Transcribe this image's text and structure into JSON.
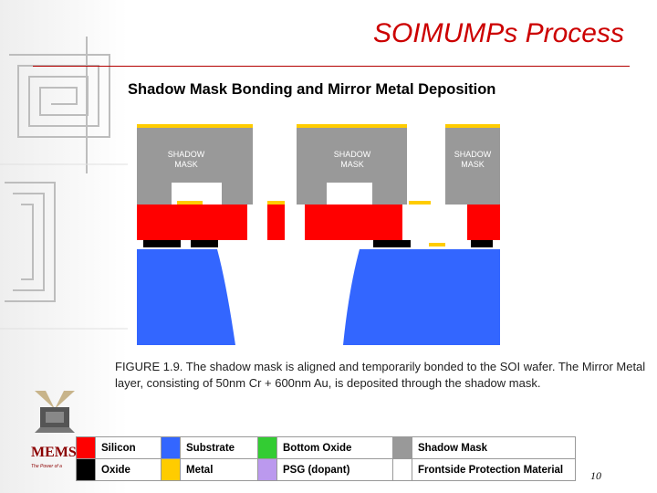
{
  "header": {
    "title": "SOIMUMPs Process",
    "subtitle": "Shadow Mask Bonding and Mirror Metal Deposition"
  },
  "diagram": {
    "shadow_mask_labels": [
      "SHADOW\nMASK",
      "SHADOW\nMASK",
      "SHADOW\nMASK"
    ],
    "colors": {
      "silicon": "#ff0000",
      "substrate": "#3366ff",
      "bottom_oxide": "#33cc33",
      "shadow_mask": "#999999",
      "oxide": "#000000",
      "metal": "#ffcc00",
      "psg": "#bb99ee",
      "frontside_protection": "#ffffff"
    }
  },
  "caption": "FIGURE 1.9.  The shadow mask is aligned and temporarily bonded to the SOI wafer. The Mirror Metal layer, consisting of 50nm Cr + 600nm Au, is deposited through the shadow mask.",
  "legend": {
    "rows": [
      [
        {
          "color": "#ff0000",
          "label": "Silicon"
        },
        {
          "color": "#3366ff",
          "label": "Substrate"
        },
        {
          "color": "#33cc33",
          "label": "Bottom Oxide"
        },
        {
          "color": "#999999",
          "label": "Shadow Mask"
        }
      ],
      [
        {
          "color": "#000000",
          "label": "Oxide"
        },
        {
          "color": "#ffcc00",
          "label": "Metal"
        },
        {
          "color": "#bb99ee",
          "label": "PSG (dopant)"
        },
        {
          "color": "#ffffff",
          "label": "Frontside Protection Material"
        }
      ]
    ]
  },
  "logo": {
    "text": "MEMS",
    "tagline": "The Power of a"
  },
  "footer": {
    "page_number": "10"
  }
}
